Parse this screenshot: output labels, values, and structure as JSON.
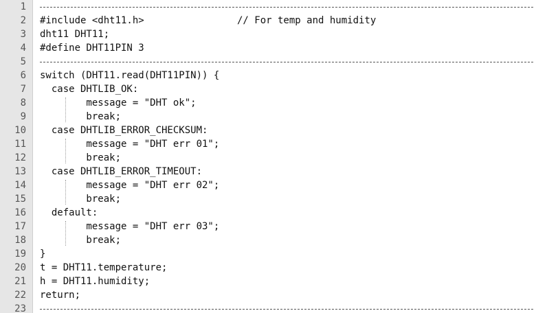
{
  "editor": {
    "lines": [
      {
        "num": "1",
        "text": "",
        "separator": true
      },
      {
        "num": "2",
        "text": "#include <dht11.h>",
        "comment": "// For temp and humidity"
      },
      {
        "num": "3",
        "text": "dht11 DHT11;"
      },
      {
        "num": "4",
        "text": "#define DHT11PIN 3"
      },
      {
        "num": "5",
        "text": "",
        "separator": true
      },
      {
        "num": "6",
        "text": "switch (DHT11.read(DHT11PIN)) {"
      },
      {
        "num": "7",
        "text": "  case DHTLIB_OK:"
      },
      {
        "num": "8",
        "text": "        message = \"DHT ok\";"
      },
      {
        "num": "9",
        "text": "        break;"
      },
      {
        "num": "10",
        "text": "  case DHTLIB_ERROR_CHECKSUM:"
      },
      {
        "num": "11",
        "text": "        message = \"DHT err 01\";"
      },
      {
        "num": "12",
        "text": "        break;"
      },
      {
        "num": "13",
        "text": "  case DHTLIB_ERROR_TIMEOUT:"
      },
      {
        "num": "14",
        "text": "        message = \"DHT err 02\";"
      },
      {
        "num": "15",
        "text": "        break;"
      },
      {
        "num": "16",
        "text": "  default:"
      },
      {
        "num": "17",
        "text": "        message = \"DHT err 03\";"
      },
      {
        "num": "18",
        "text": "        break;"
      },
      {
        "num": "19",
        "text": "}"
      },
      {
        "num": "20",
        "text": "t = DHT11.temperature;"
      },
      {
        "num": "21",
        "text": "h = DHT11.humidity;"
      },
      {
        "num": "22",
        "text": "return;"
      },
      {
        "num": "23",
        "text": "",
        "separator": true
      }
    ]
  }
}
